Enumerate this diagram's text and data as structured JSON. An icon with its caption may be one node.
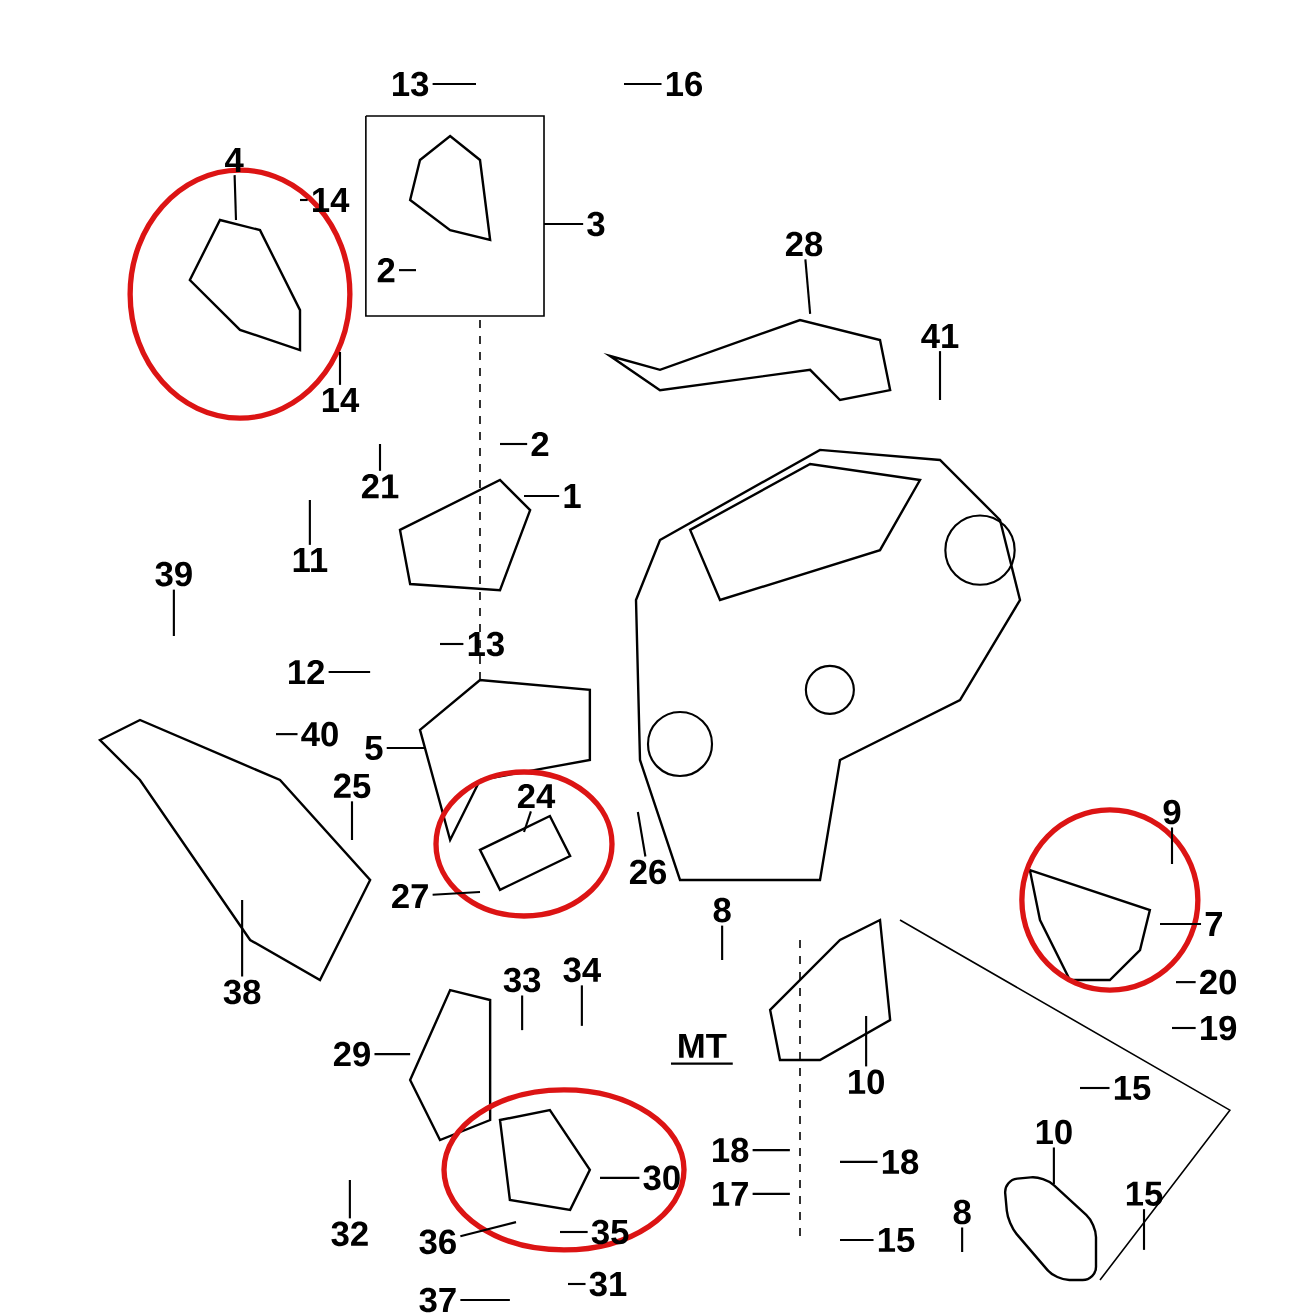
{
  "diagram": {
    "nodes": [
      {
        "text": [
          "13"
        ]
      },
      {
        "text": [
          "16"
        ]
      },
      {
        "text": [
          "4"
        ]
      },
      {
        "text": [
          "14"
        ]
      },
      {
        "text": [
          "3"
        ]
      },
      {
        "text": [
          "2"
        ]
      },
      {
        "text": [
          "28"
        ]
      },
      {
        "text": [
          "41"
        ]
      },
      {
        "text": [
          "14"
        ]
      },
      {
        "text": [
          "21"
        ]
      },
      {
        "text": [
          "2"
        ]
      },
      {
        "text": [
          "1"
        ]
      },
      {
        "text": [
          "11"
        ]
      },
      {
        "text": [
          "39"
        ]
      },
      {
        "text": [
          "13"
        ]
      },
      {
        "text": [
          "12"
        ]
      },
      {
        "text": [
          "40"
        ]
      },
      {
        "text": [
          "5"
        ]
      },
      {
        "text": [
          "25"
        ]
      },
      {
        "text": [
          "24"
        ]
      },
      {
        "text": [
          "9"
        ]
      },
      {
        "text": [
          "26"
        ]
      },
      {
        "text": [
          "27"
        ]
      },
      {
        "text": [
          "8"
        ]
      },
      {
        "text": [
          "7"
        ]
      },
      {
        "text": [
          "34"
        ]
      },
      {
        "text": [
          "33"
        ]
      },
      {
        "text": [
          "38"
        ]
      },
      {
        "text": [
          "20"
        ]
      },
      {
        "text": [
          "19"
        ]
      },
      {
        "text": [
          "29"
        ]
      },
      {
        "text": [
          "10"
        ]
      },
      {
        "text": [
          "15"
        ]
      },
      {
        "text": [
          "10"
        ]
      },
      {
        "text": [
          "18"
        ]
      },
      {
        "text": [
          "18"
        ]
      },
      {
        "text": [
          "30"
        ]
      },
      {
        "text": [
          "17"
        ]
      },
      {
        "text": [
          "15"
        ]
      },
      {
        "text": [
          "8"
        ]
      },
      {
        "text": [
          "32"
        ]
      },
      {
        "text": [
          "35"
        ]
      },
      {
        "text": [
          "36"
        ]
      },
      {
        "text": [
          "15"
        ]
      },
      {
        "text": [
          "31"
        ]
      },
      {
        "text": [
          "37"
        ]
      }
    ],
    "edges": [
      {
        "from": 0,
        "to": null,
        "arrow": "none"
      },
      {
        "from": 1,
        "to": null,
        "arrow": "none"
      },
      {
        "from": 2,
        "to": null,
        "arrow": "none"
      },
      {
        "from": 3,
        "to": null,
        "arrow": "none"
      },
      {
        "from": 4,
        "to": null,
        "arrow": "none"
      },
      {
        "from": 5,
        "to": null,
        "arrow": "none"
      },
      {
        "from": 6,
        "to": null,
        "arrow": "none"
      },
      {
        "from": 7,
        "to": null,
        "arrow": "none"
      },
      {
        "from": 8,
        "to": null,
        "arrow": "none"
      },
      {
        "from": 9,
        "to": null,
        "arrow": "none"
      },
      {
        "from": 10,
        "to": null,
        "arrow": "none"
      },
      {
        "from": 11,
        "to": null,
        "arrow": "none"
      },
      {
        "from": 12,
        "to": null,
        "arrow": "none"
      },
      {
        "from": 13,
        "to": null,
        "arrow": "none"
      },
      {
        "from": 14,
        "to": null,
        "arrow": "none"
      },
      {
        "from": 15,
        "to": null,
        "arrow": "none"
      },
      {
        "from": 16,
        "to": null,
        "arrow": "none"
      },
      {
        "from": 17,
        "to": null,
        "arrow": "none"
      },
      {
        "from": 18,
        "to": null,
        "arrow": "none"
      },
      {
        "from": 19,
        "to": null,
        "arrow": "none"
      },
      {
        "from": 20,
        "to": null,
        "arrow": "none"
      },
      {
        "from": 21,
        "to": null,
        "arrow": "none"
      },
      {
        "from": 22,
        "to": null,
        "arrow": "none"
      },
      {
        "from": 23,
        "to": null,
        "arrow": "none"
      },
      {
        "from": 24,
        "to": null,
        "arrow": "none"
      },
      {
        "from": 25,
        "to": null,
        "arrow": "none"
      },
      {
        "from": 26,
        "to": null,
        "arrow": "none"
      },
      {
        "from": 27,
        "to": null,
        "arrow": "none"
      },
      {
        "from": 28,
        "to": null,
        "arrow": "none"
      },
      {
        "from": 29,
        "to": null,
        "arrow": "none"
      },
      {
        "from": 30,
        "to": null,
        "arrow": "none"
      },
      {
        "from": 31,
        "to": null,
        "arrow": "none"
      },
      {
        "from": 32,
        "to": null,
        "arrow": "none"
      },
      {
        "from": 33,
        "to": null,
        "arrow": "none"
      },
      {
        "from": 34,
        "to": null,
        "arrow": "none"
      },
      {
        "from": 35,
        "to": null,
        "arrow": "none"
      },
      {
        "from": 36,
        "to": null,
        "arrow": "none"
      },
      {
        "from": 37,
        "to": null,
        "arrow": "none"
      },
      {
        "from": 38,
        "to": null,
        "arrow": "none"
      },
      {
        "from": 39,
        "to": null,
        "arrow": "none"
      },
      {
        "from": 40,
        "to": null,
        "arrow": "none"
      },
      {
        "from": 41,
        "to": null,
        "arrow": "none"
      },
      {
        "from": 42,
        "to": null,
        "arrow": "none"
      },
      {
        "from": 43,
        "to": null,
        "arrow": "none"
      },
      {
        "from": 44,
        "to": null,
        "arrow": "none"
      },
      {
        "from": 45,
        "to": null,
        "arrow": "none"
      }
    ],
    "labels": [
      "MT"
    ]
  }
}
